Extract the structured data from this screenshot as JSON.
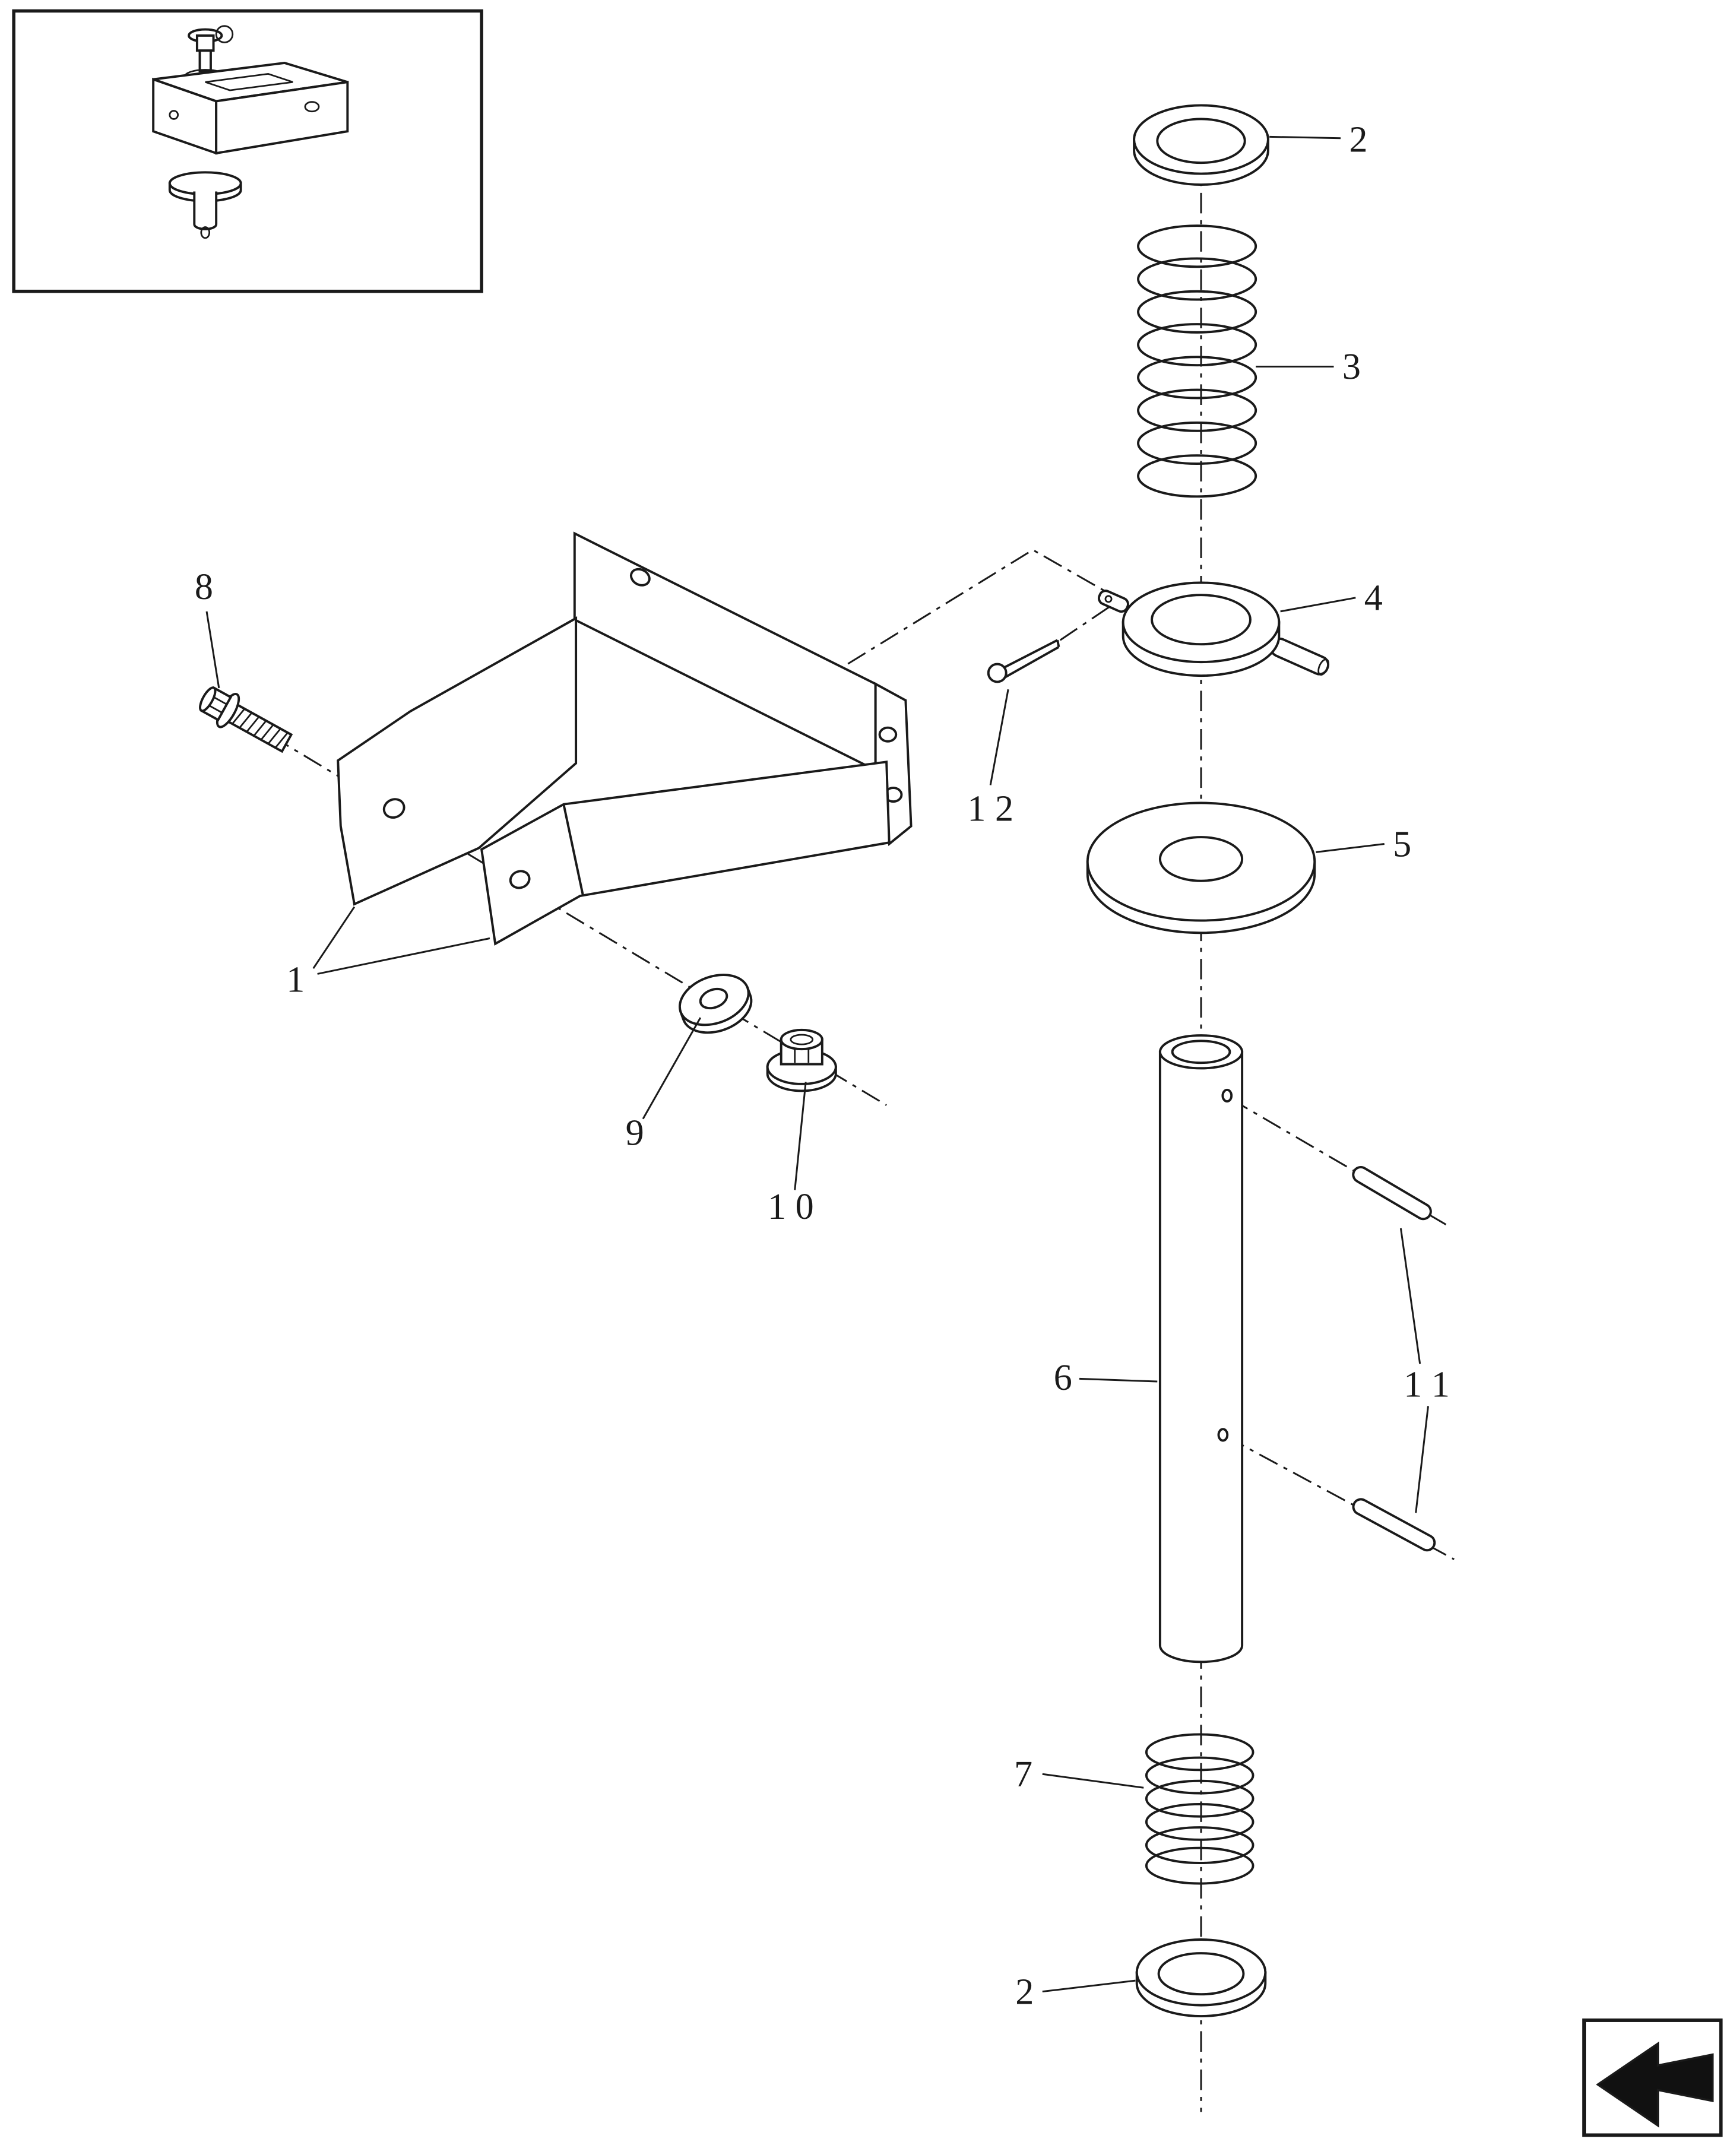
{
  "figure": {
    "type": "exploded-parts-diagram",
    "background": "#ffffff",
    "ink": "#1a1a1a"
  },
  "thumbnail": {
    "name": "assembled-view-inset"
  },
  "nav_icon": {
    "name": "page-turn-arrow"
  },
  "callouts": [
    {
      "id": "washer-top",
      "label": "2"
    },
    {
      "id": "spring-large",
      "label": "3"
    },
    {
      "id": "collar",
      "label": "4"
    },
    {
      "id": "cotter-pin",
      "label": "1 2"
    },
    {
      "id": "flat-washer",
      "label": "5"
    },
    {
      "id": "pin-tube",
      "label": "6"
    },
    {
      "id": "roll-pins",
      "label": "1 1"
    },
    {
      "id": "spring-small",
      "label": "7"
    },
    {
      "id": "washer-bottom",
      "label": "2"
    },
    {
      "id": "bolt",
      "label": "8"
    },
    {
      "id": "bracket",
      "label": "1"
    },
    {
      "id": "washer-small",
      "label": "9"
    },
    {
      "id": "flange-nut",
      "label": "1 0"
    }
  ]
}
